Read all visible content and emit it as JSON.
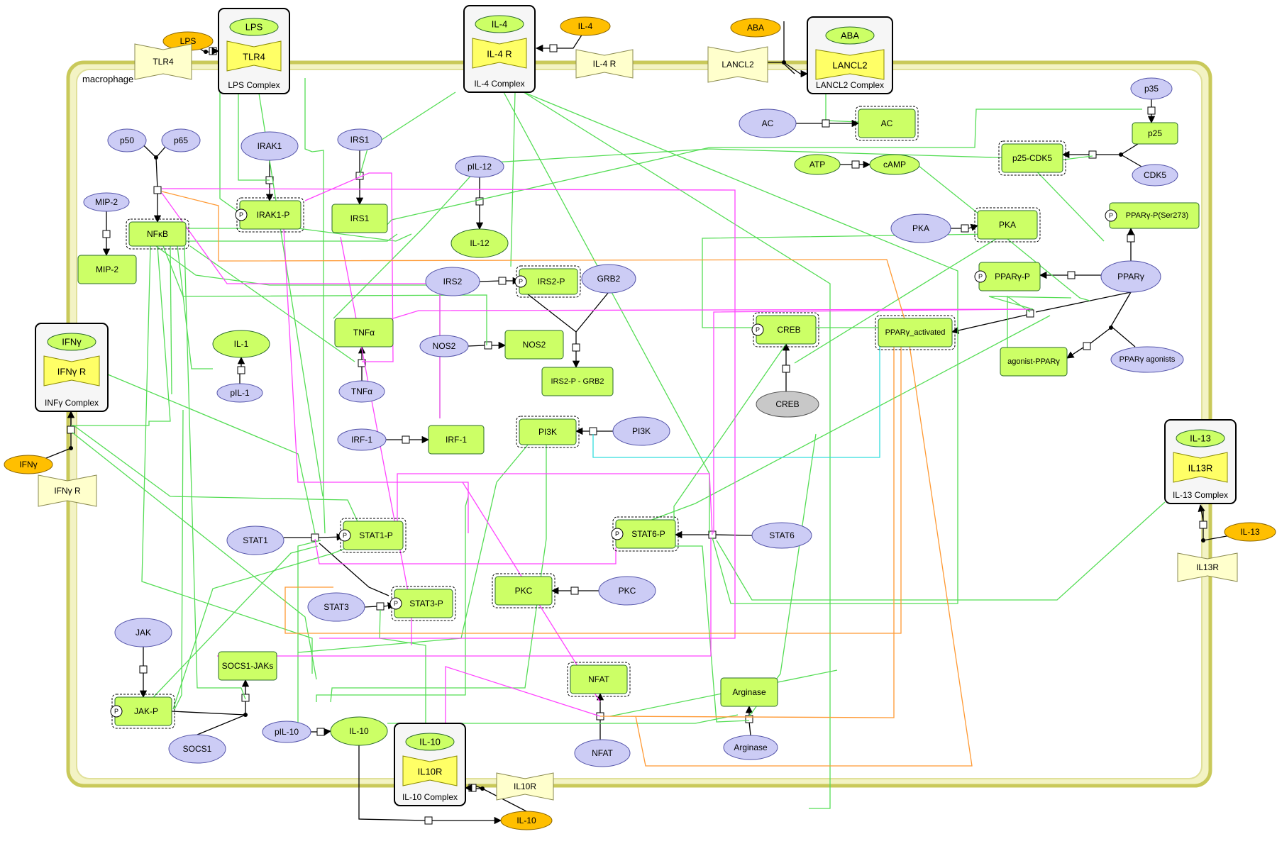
{
  "compartment": {
    "label": "macrophage"
  },
  "complexes": [
    {
      "id": "lps_complex",
      "label": "LPS Complex",
      "ligand": "LPS",
      "receptor": "TLR4"
    },
    {
      "id": "il4_complex",
      "label": "IL-4 Complex",
      "ligand": "IL-4",
      "receptor": "IL-4 R"
    },
    {
      "id": "lancl2_complex",
      "label": "LANCL2 Complex",
      "ligand": "ABA",
      "receptor": "LANCL2"
    },
    {
      "id": "ifng_complex",
      "label": "INFγ Complex",
      "ligand": "IFNγ",
      "receptor": "IFNγ R"
    },
    {
      "id": "il13_complex",
      "label": "IL-13 Complex",
      "ligand": "IL-13",
      "receptor": "IL13R"
    },
    {
      "id": "il10_complex",
      "label": "IL-10 Complex",
      "ligand": "IL-10",
      "receptor": "IL10R"
    }
  ],
  "nodes": [
    {
      "id": "lps_ext",
      "label": "LPS",
      "kind": "orange"
    },
    {
      "id": "tlr4_mem",
      "label": "TLR4",
      "kind": "membrane"
    },
    {
      "id": "il4_ext",
      "label": "IL-4",
      "kind": "orange"
    },
    {
      "id": "il4r_mem",
      "label": "IL-4 R",
      "kind": "membrane"
    },
    {
      "id": "aba_ext",
      "label": "ABA",
      "kind": "orange"
    },
    {
      "id": "lancl2_mem",
      "label": "LANCL2",
      "kind": "membrane"
    },
    {
      "id": "ifng_ext",
      "label": "IFNγ",
      "kind": "orange"
    },
    {
      "id": "ifngr_mem",
      "label": "IFNγ R",
      "kind": "membrane"
    },
    {
      "id": "il13_ext",
      "label": "IL-13",
      "kind": "orange"
    },
    {
      "id": "il13r_mem",
      "label": "IL13R",
      "kind": "membrane"
    },
    {
      "id": "il10_ext",
      "label": "IL-10",
      "kind": "orange"
    },
    {
      "id": "il10r_mem",
      "label": "IL10R",
      "kind": "membrane"
    },
    {
      "id": "p50",
      "label": "p50",
      "kind": "purple"
    },
    {
      "id": "p65",
      "label": "p65",
      "kind": "purple"
    },
    {
      "id": "mip2_p",
      "label": "MIP-2",
      "kind": "purple"
    },
    {
      "id": "mip2",
      "label": "MIP-2",
      "kind": "green"
    },
    {
      "id": "nfkb",
      "label": "NFκB",
      "kind": "greenActive"
    },
    {
      "id": "irak1",
      "label": "IRAK1",
      "kind": "purple"
    },
    {
      "id": "irak1p",
      "label": "IRAK1-P",
      "kind": "greenActive",
      "phospho": true
    },
    {
      "id": "irs1_p",
      "label": "IRS1",
      "kind": "purple"
    },
    {
      "id": "irs1",
      "label": "IRS1",
      "kind": "green"
    },
    {
      "id": "pil12",
      "label": "pIL-12",
      "kind": "purple"
    },
    {
      "id": "il12",
      "label": "IL-12",
      "kind": "greenEllipse"
    },
    {
      "id": "il1",
      "label": "IL-1",
      "kind": "greenEllipse"
    },
    {
      "id": "pil1",
      "label": "pIL-1",
      "kind": "purple"
    },
    {
      "id": "tnfa",
      "label": "TNFα",
      "kind": "green"
    },
    {
      "id": "tnfa_p",
      "label": "TNFα",
      "kind": "purple"
    },
    {
      "id": "irs2",
      "label": "IRS2",
      "kind": "purple"
    },
    {
      "id": "irs2p",
      "label": "IRS2-P",
      "kind": "greenActive",
      "phospho": true
    },
    {
      "id": "grb2",
      "label": "GRB2",
      "kind": "purple"
    },
    {
      "id": "nos2_p",
      "label": "NOS2",
      "kind": "purple"
    },
    {
      "id": "nos2",
      "label": "NOS2",
      "kind": "green"
    },
    {
      "id": "irs2grb2",
      "label": "IRS2-P - GRB2",
      "kind": "green"
    },
    {
      "id": "irf1_p",
      "label": "IRF-1",
      "kind": "purple"
    },
    {
      "id": "irf1",
      "label": "IRF-1",
      "kind": "green"
    },
    {
      "id": "pi3k",
      "label": "PI3K",
      "kind": "greenActive"
    },
    {
      "id": "pi3k_p",
      "label": "PI3K",
      "kind": "purple"
    },
    {
      "id": "stat1",
      "label": "STAT1",
      "kind": "purple"
    },
    {
      "id": "stat1p",
      "label": "STAT1-P",
      "kind": "greenActive",
      "phospho": true
    },
    {
      "id": "stat3",
      "label": "STAT3",
      "kind": "purple"
    },
    {
      "id": "stat3p",
      "label": "STAT3-P",
      "kind": "greenActive",
      "phospho": true
    },
    {
      "id": "stat6",
      "label": "STAT6",
      "kind": "purple"
    },
    {
      "id": "stat6p",
      "label": "STAT6-P",
      "kind": "greenActive",
      "phospho": true
    },
    {
      "id": "pkc",
      "label": "PKC",
      "kind": "greenActive"
    },
    {
      "id": "pkc_p",
      "label": "PKC",
      "kind": "purple"
    },
    {
      "id": "jak",
      "label": "JAK",
      "kind": "purple"
    },
    {
      "id": "jakp",
      "label": "JAK-P",
      "kind": "greenActive",
      "phospho": true
    },
    {
      "id": "socs1jaks",
      "label": "SOCS1-JAKs",
      "kind": "green"
    },
    {
      "id": "socs1",
      "label": "SOCS1",
      "kind": "purple"
    },
    {
      "id": "pil10",
      "label": "pIL-10",
      "kind": "purple"
    },
    {
      "id": "il10",
      "label": "IL-10",
      "kind": "greenEllipse"
    },
    {
      "id": "nfat",
      "label": "NFAT",
      "kind": "greenActive"
    },
    {
      "id": "nfat_p",
      "label": "NFAT",
      "kind": "purple"
    },
    {
      "id": "arginase",
      "label": "Arginase",
      "kind": "green"
    },
    {
      "id": "arginase_p",
      "label": "Arginase",
      "kind": "purple"
    },
    {
      "id": "ac_p",
      "label": "AC",
      "kind": "purple"
    },
    {
      "id": "ac",
      "label": "AC",
      "kind": "greenActive"
    },
    {
      "id": "atp",
      "label": "ATP",
      "kind": "greenEllipse"
    },
    {
      "id": "camp",
      "label": "cAMP",
      "kind": "greenEllipse"
    },
    {
      "id": "p35",
      "label": "p35",
      "kind": "purple"
    },
    {
      "id": "p25",
      "label": "p25",
      "kind": "green"
    },
    {
      "id": "p25cdk5",
      "label": "p25-CDK5",
      "kind": "greenActive"
    },
    {
      "id": "cdk5",
      "label": "CDK5",
      "kind": "purple"
    },
    {
      "id": "pka_p",
      "label": "PKA",
      "kind": "purple"
    },
    {
      "id": "pka",
      "label": "PKA",
      "kind": "greenActive"
    },
    {
      "id": "pparg_ser",
      "label": "PPARγ-P(Ser273)",
      "kind": "green",
      "phospho": true
    },
    {
      "id": "ppargp",
      "label": "PPARγ-P",
      "kind": "green",
      "phospho": true
    },
    {
      "id": "pparg",
      "label": "PPARγ",
      "kind": "purple"
    },
    {
      "id": "creb",
      "label": "CREB",
      "kind": "greenActive",
      "phospho": true
    },
    {
      "id": "creb_p",
      "label": "CREB",
      "kind": "grey"
    },
    {
      "id": "pparg_act",
      "label": "PPARγ_activated",
      "kind": "greenActive"
    },
    {
      "id": "agonist_pparg",
      "label": "agonist-PPARγ",
      "kind": "green"
    },
    {
      "id": "pparg_agonists",
      "label": "PPARγ agonists",
      "kind": "purple"
    }
  ],
  "colors": {
    "compartmentFill": "#f3f3c4",
    "compartmentBorder": "#c9c95a",
    "purpleNode": "#ccccf5",
    "greenNode": "#ccff66",
    "greenBorder": "#2b6b2b",
    "orangeNode": "#ffbf00",
    "membrane": "#ffffcc",
    "receptorYellow": "#ffff66",
    "greyNode": "#c8c8c8",
    "lineGreen": "#55dd55",
    "lineMagenta": "#ff44ff",
    "lineOrange": "#ff9933",
    "lineCyan": "#33dddd",
    "lineBlack": "#000000"
  }
}
